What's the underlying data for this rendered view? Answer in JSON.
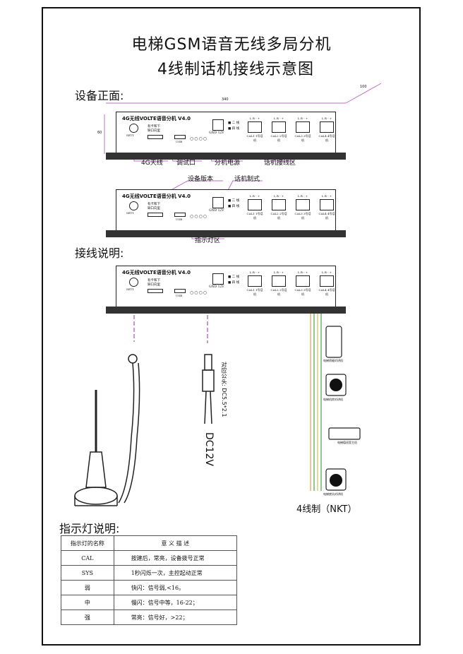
{
  "title": {
    "line1": "电梯GSM语音无线多局分机",
    "line2": "4线制话机接线示意图"
  },
  "sections": {
    "front": "设备正面:",
    "wiring": "接线说明:",
    "indicator": "指示灯说明:"
  },
  "device": {
    "model": "4G无线VOLTE语音分机 V4.0",
    "knob_label": "SET1",
    "note": [
      "有卡和下",
      "缺口向里"
    ],
    "usb_label": "USB",
    "power_label": "GND 12V",
    "sel": [
      "■ 二 线",
      "■ 四 线"
    ],
    "term_pins": "L R - +",
    "terminals": [
      "CAL1 1号话机",
      "CAL2 2号话机",
      "CAL3 3号话机",
      "CAL4 4号话机"
    ]
  },
  "dims": {
    "width": "340",
    "height": "60",
    "depth": "100"
  },
  "callouts": {
    "antenna": "4G天线",
    "debug": "调试口",
    "power": "分机电源",
    "phone_zone": "话机接线区",
    "version": "设备版本",
    "phone_mode": "话机制式",
    "led_zone": "指示灯区"
  },
  "wiring": {
    "plug_note": "对应公头: DC5.5*2.1",
    "dc": "DC12V",
    "mode": "4线制（NKT）",
    "phones": [
      "电梯轿厢对讲机",
      "电梯机房对讲机",
      "电梯值班室主机",
      "电梯底坑对讲机"
    ]
  },
  "table": {
    "headers": [
      "指示灯的名称",
      "意 义 描 述"
    ],
    "rows": [
      [
        "CAL",
        "按建后，常亮，设备拨号正常"
      ],
      [
        "SYS",
        "1秒闪烁一次，主控起动正常"
      ],
      [
        "弱",
        "快闪：信号弱,<16。"
      ],
      [
        "中",
        "慢闪：信号中等，16-22；"
      ],
      [
        "强",
        "常亮：信号好，>22；"
      ]
    ]
  }
}
